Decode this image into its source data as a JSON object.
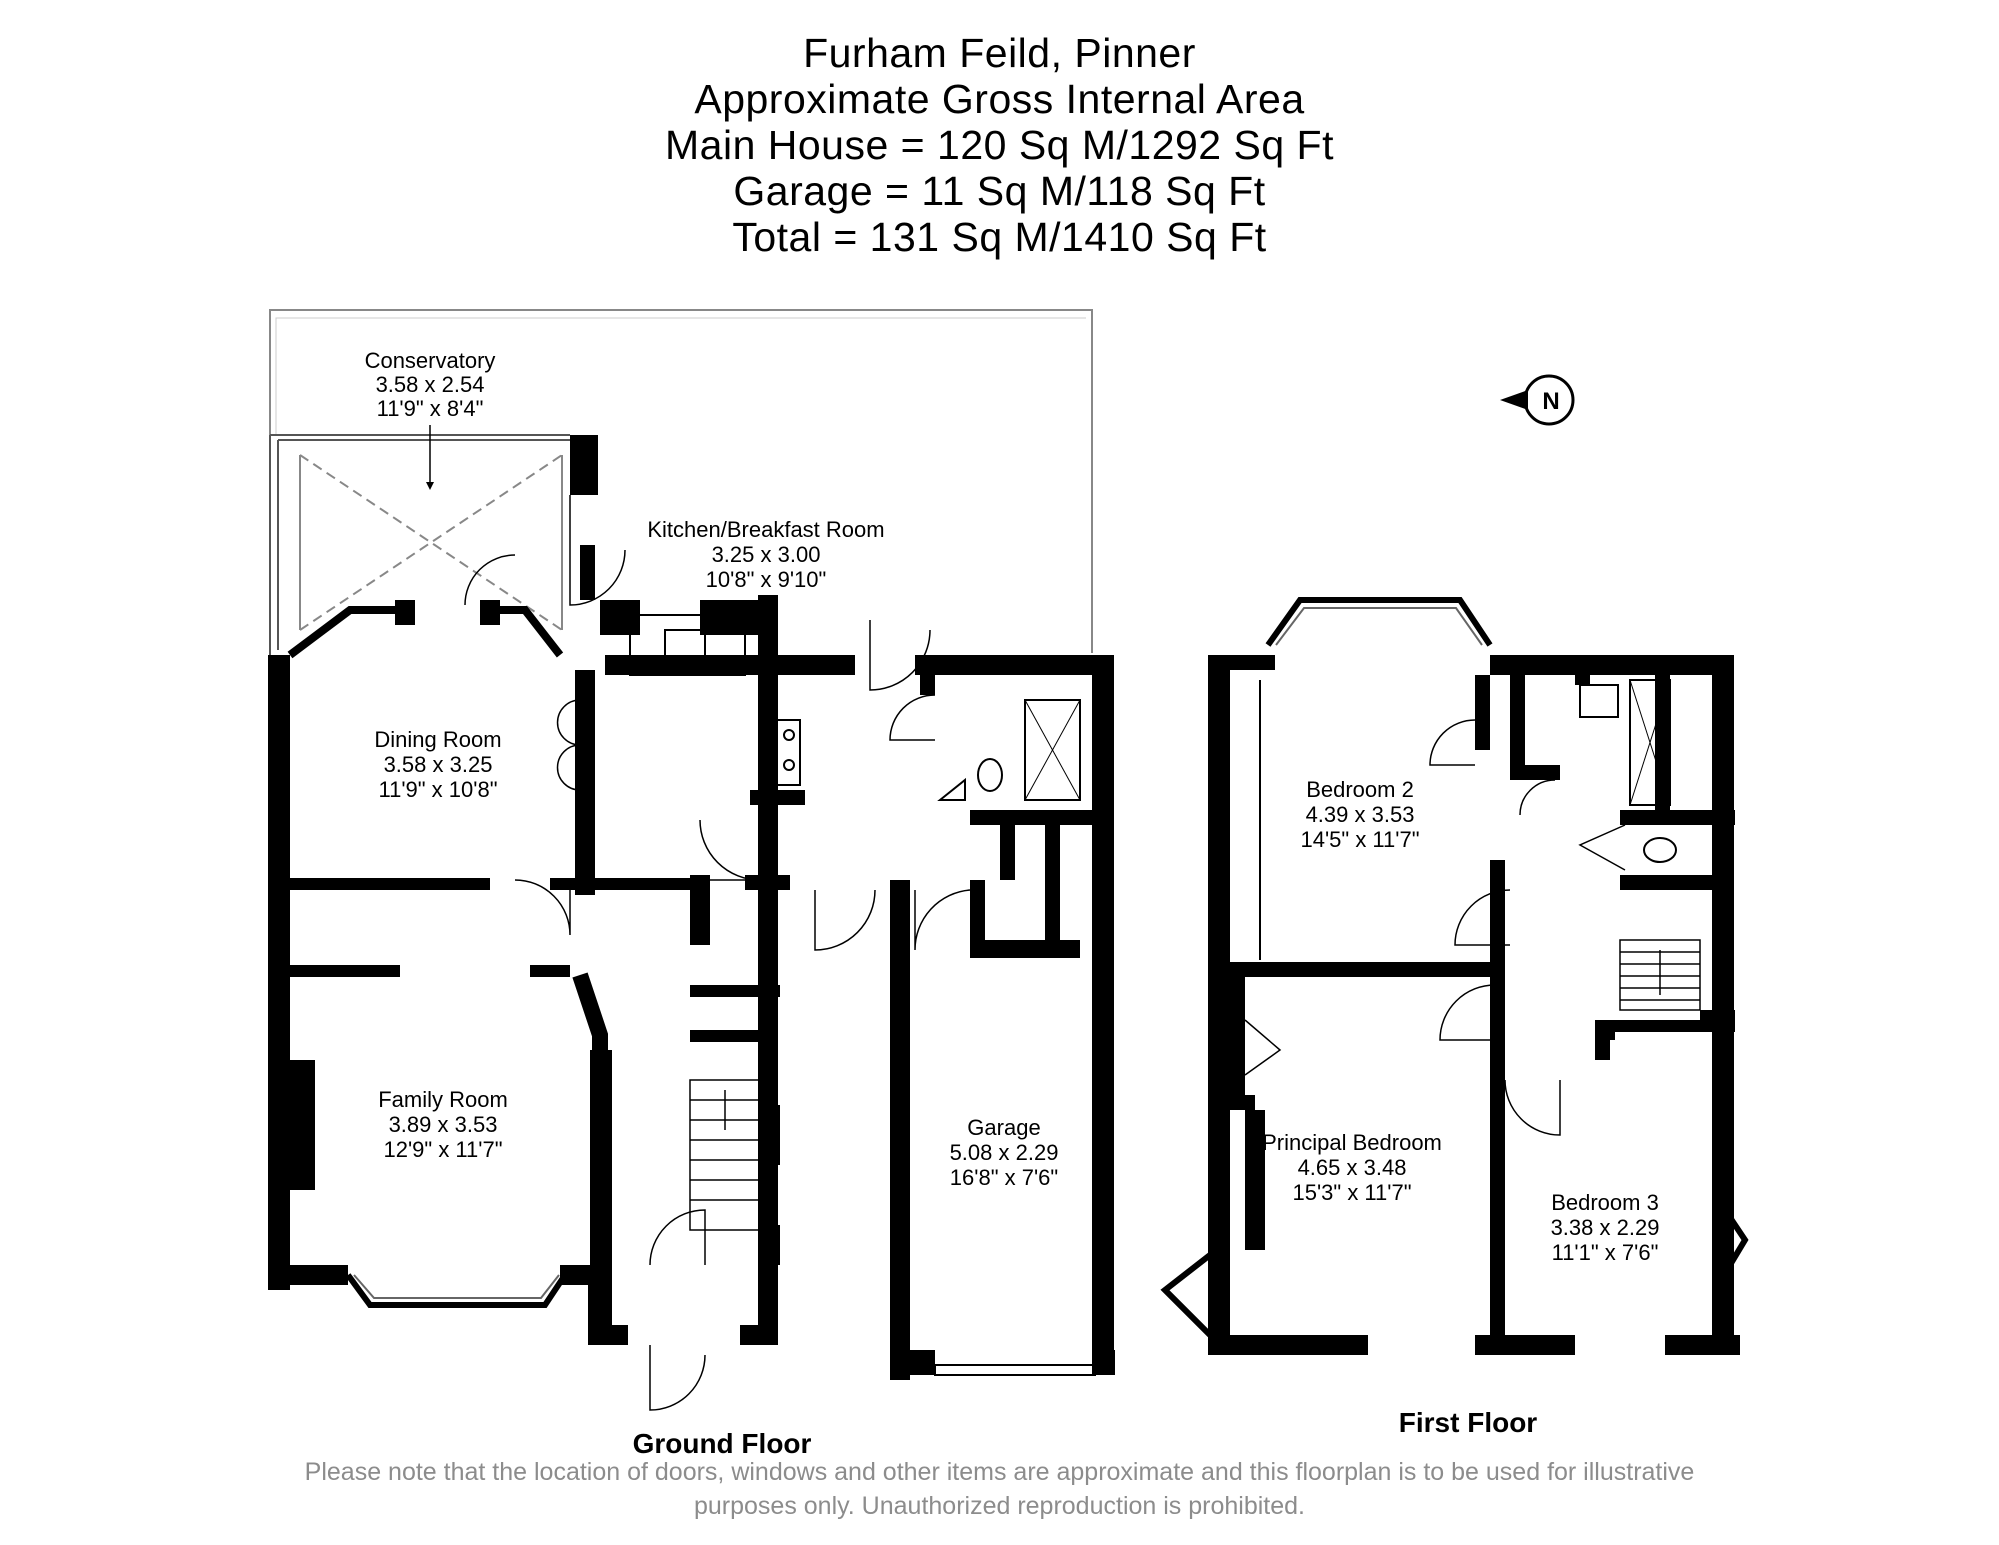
{
  "header": {
    "line1": "Furham Feild, Pinner",
    "line2": "Approximate Gross Internal Area",
    "line3": "Main House = 120 Sq M/1292 Sq Ft",
    "line4": "Garage = 11 Sq M/118 Sq Ft",
    "line5": "Total = 131 Sq M/1410 Sq Ft"
  },
  "compass": {
    "label": "N"
  },
  "rooms": {
    "conservatory": {
      "name": "Conservatory",
      "metric": "3.58 x 2.54",
      "imperial": "11'9\" x 8'4\""
    },
    "kitchen": {
      "name": "Kitchen/Breakfast Room",
      "metric": "3.25 x 3.00",
      "imperial": "10'8\" x 9'10\""
    },
    "dining": {
      "name": "Dining Room",
      "metric": "3.58 x 3.25",
      "imperial": "11'9\" x 10'8\""
    },
    "family": {
      "name": "Family Room",
      "metric": "3.89 x 3.53",
      "imperial": "12'9\" x 11'7\""
    },
    "garage": {
      "name": "Garage",
      "metric": "5.08 x 2.29",
      "imperial": "16'8\" x 7'6\""
    },
    "bedroom2": {
      "name": "Bedroom 2",
      "metric": "4.39 x 3.53",
      "imperial": "14'5\" x 11'7\""
    },
    "principal": {
      "name": "Principal Bedroom",
      "metric": "4.65 x 3.48",
      "imperial": "15'3\" x 11'7\""
    },
    "bedroom3": {
      "name": "Bedroom 3",
      "metric": "3.38 x 2.29",
      "imperial": "11'1\" x 7'6\""
    }
  },
  "floors": {
    "ground": "Ground Floor",
    "first": "First Floor"
  },
  "disclaimer": {
    "line1": "Please note that the location of doors, windows and other items are approximate and this floorplan is to be used for illustrative",
    "line2": "purposes only. Unauthorized reproduction is prohibited."
  },
  "colors": {
    "wall": "#000000",
    "disclaimer": "#8c8c8c",
    "thin_line": "#888888"
  }
}
